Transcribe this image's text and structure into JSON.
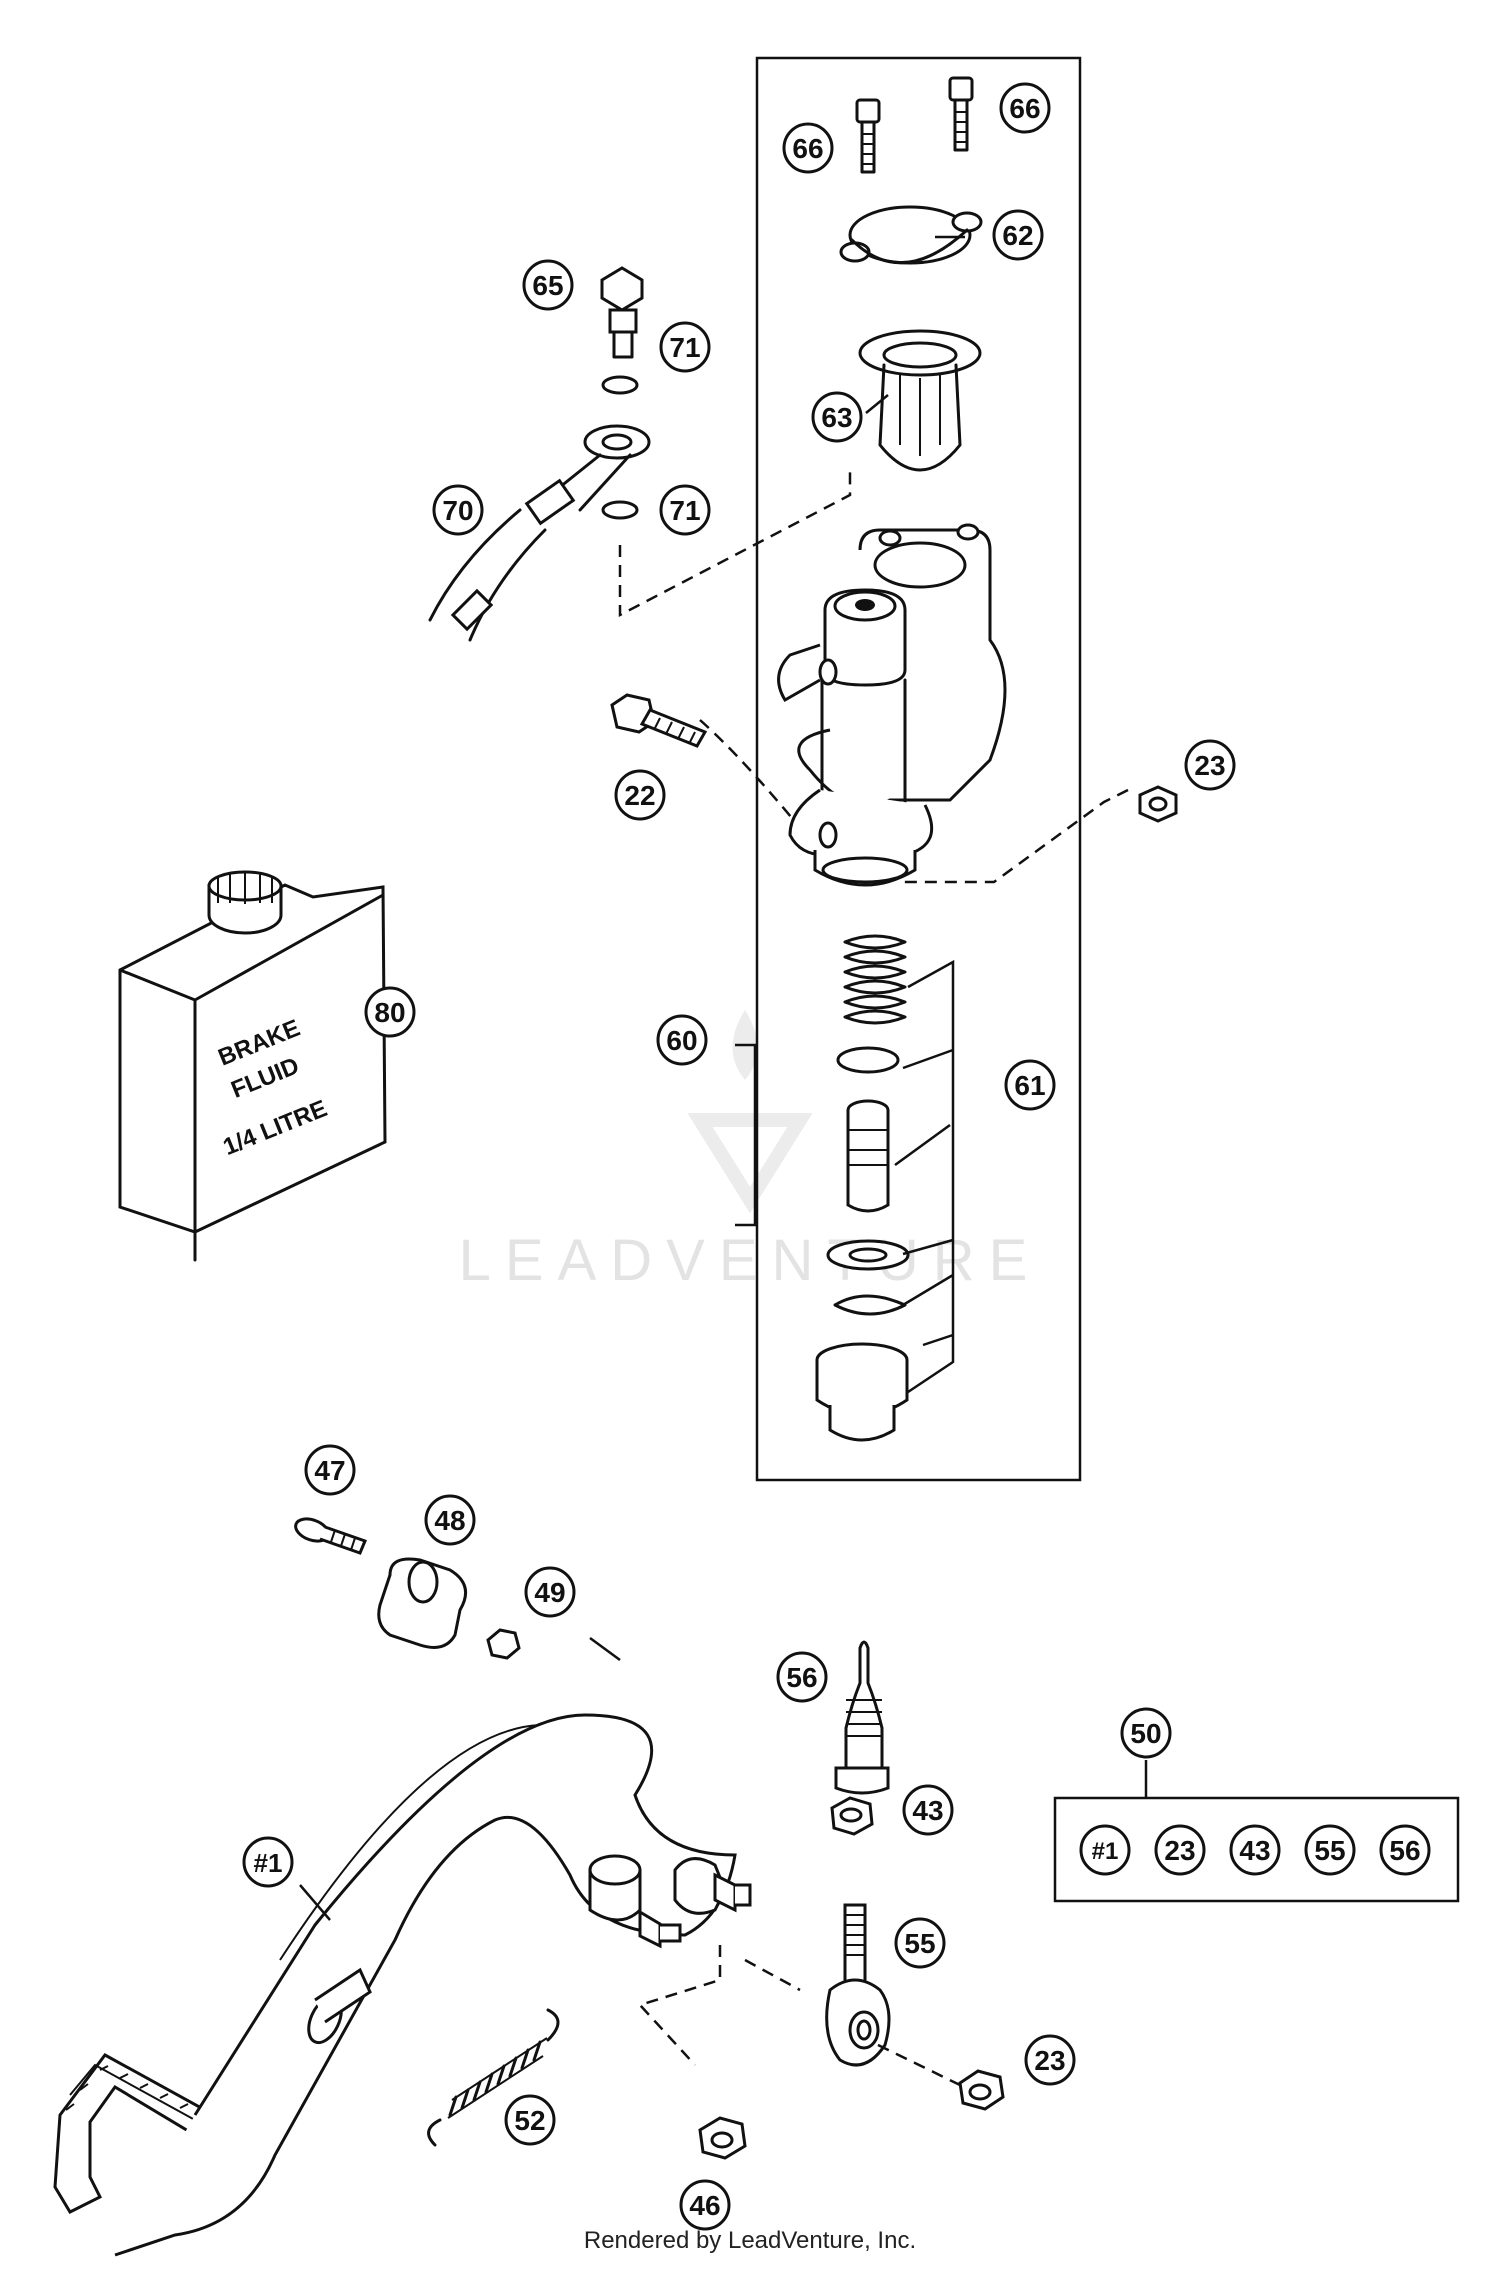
{
  "diagram": {
    "callouts": {
      "c66a": "66",
      "c66b": "66",
      "c62": "62",
      "c65": "65",
      "c71a": "71",
      "c63": "63",
      "c70": "70",
      "c71b": "71",
      "c22": "22",
      "c23a": "23",
      "c80": "80",
      "c60": "60",
      "c61": "61",
      "c47": "47",
      "c48": "48",
      "c49": "49",
      "c56": "56",
      "c50": "50",
      "c43": "43",
      "c1": "#1",
      "c55": "55",
      "c23b": "23",
      "c52": "52",
      "c46": "46"
    },
    "kit_contents": [
      "#1",
      "23",
      "43",
      "55",
      "56"
    ],
    "bottle_label": [
      "BRAKE",
      "FLUID",
      "1/4 LITRE"
    ],
    "watermark": "LEADVENTURE"
  },
  "footer": "Rendered by LeadVenture, Inc."
}
